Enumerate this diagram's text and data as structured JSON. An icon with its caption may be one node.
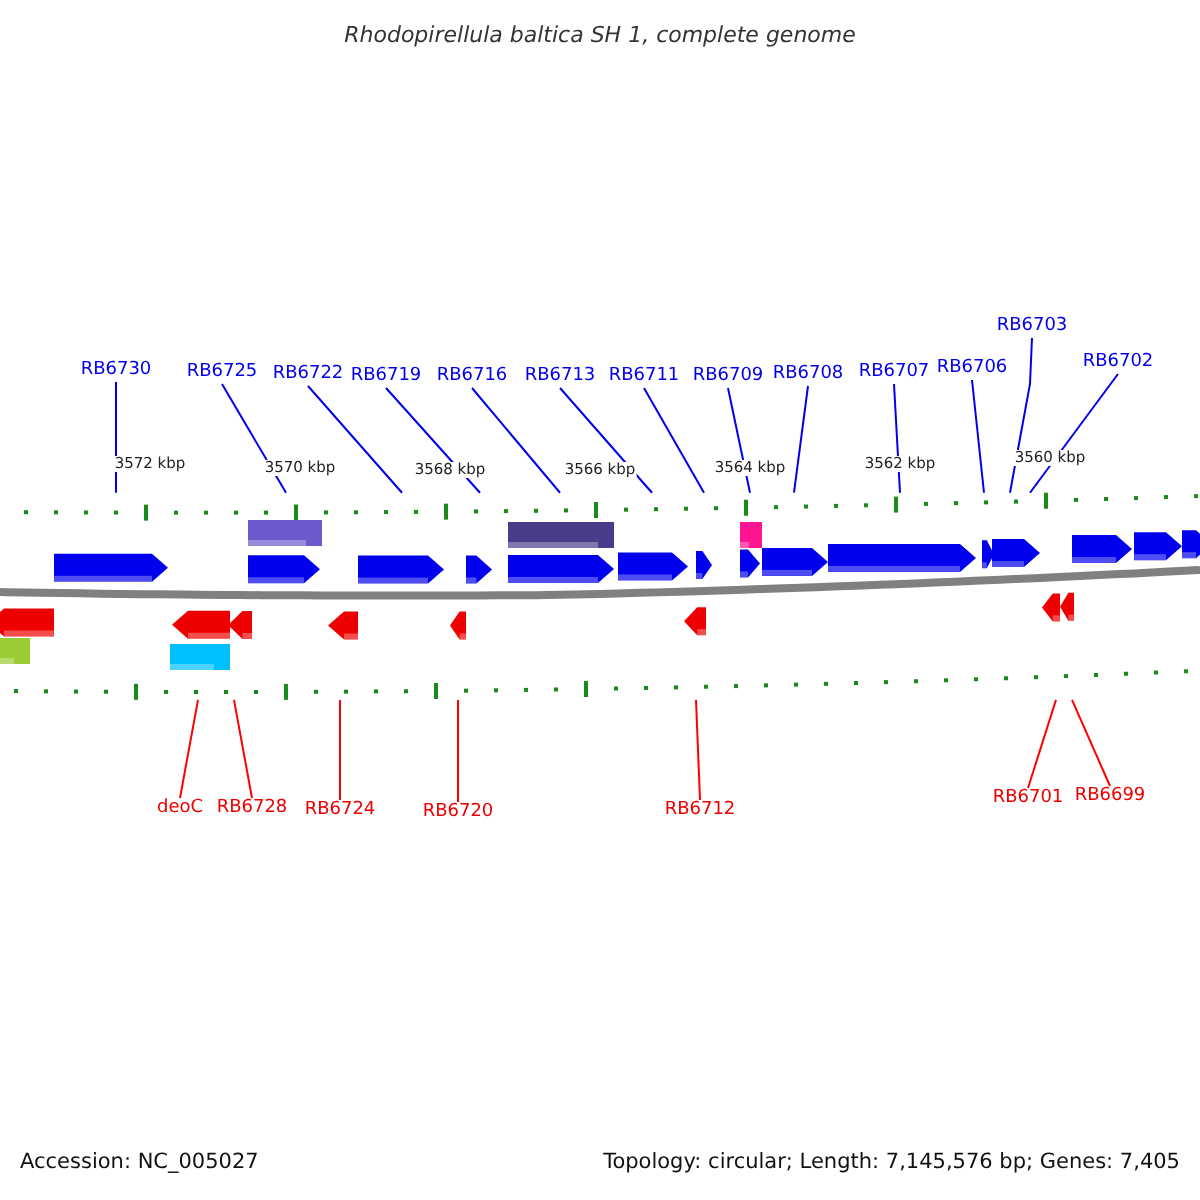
{
  "diagram": {
    "title": "Rhodopirellula baltica SH 1, complete genome",
    "nodes": [
      {
        "text": [
          "RB6730"
        ]
      },
      {
        "text": [
          "RB6725"
        ]
      },
      {
        "text": [
          "RB6722"
        ]
      },
      {
        "text": [
          "RB6719"
        ]
      },
      {
        "text": [
          "RB6716"
        ]
      },
      {
        "text": [
          "RB6713"
        ]
      },
      {
        "text": [
          "RB6711"
        ]
      },
      {
        "text": [
          "RB6709"
        ]
      },
      {
        "text": [
          "RB6708"
        ]
      },
      {
        "text": [
          "RB6707"
        ]
      },
      {
        "text": [
          "RB6706"
        ]
      },
      {
        "text": [
          "RB6703"
        ]
      },
      {
        "text": [
          "RB6702"
        ]
      },
      {
        "text": [
          "deoC"
        ]
      },
      {
        "text": [
          "RB6728"
        ]
      },
      {
        "text": [
          "RB6724"
        ]
      },
      {
        "text": [
          "RB6720"
        ]
      },
      {
        "text": [
          "RB6712"
        ]
      },
      {
        "text": [
          "RB6701"
        ]
      },
      {
        "text": [
          "RB6699"
        ]
      },
      {
        "text": [],
        "shape": "bar"
      },
      {
        "text": [],
        "shape": "bar"
      }
    ],
    "edges": [
      {
        "from": 0,
        "to": 20,
        "arrow": "none"
      },
      {
        "from": 1,
        "to": 20,
        "arrow": "none"
      },
      {
        "from": 2,
        "to": 20,
        "arrow": "none"
      },
      {
        "from": 3,
        "to": 20,
        "arrow": "none"
      },
      {
        "from": 4,
        "to": 20,
        "arrow": "none"
      },
      {
        "from": 5,
        "to": 20,
        "arrow": "none"
      },
      {
        "from": 6,
        "to": 20,
        "arrow": "none"
      },
      {
        "from": 7,
        "to": 20,
        "arrow": "none"
      },
      {
        "from": 8,
        "to": 20,
        "arrow": "none"
      },
      {
        "from": 9,
        "to": 20,
        "arrow": "none"
      },
      {
        "from": 10,
        "to": 20,
        "arrow": "none"
      },
      {
        "from": 11,
        "to": 20,
        "arrow": "none"
      },
      {
        "from": 12,
        "to": 20,
        "arrow": "none"
      },
      {
        "from": 13,
        "to": 21,
        "arrow": "none",
        "color": "#ff0000"
      },
      {
        "from": 14,
        "to": 21,
        "arrow": "none",
        "color": "#ff0000"
      },
      {
        "from": 15,
        "to": 21,
        "arrow": "none",
        "color": "#ff0000"
      },
      {
        "from": 16,
        "to": 21,
        "arrow": "none",
        "color": "#ff0000"
      },
      {
        "from": 17,
        "to": 21,
        "arrow": "none",
        "color": "#ff0000"
      },
      {
        "from": 18,
        "to": 21,
        "arrow": "none",
        "color": "#ff0000"
      },
      {
        "from": 19,
        "to": 21,
        "arrow": "none",
        "color": "#ff0000"
      }
    ],
    "labels": [
      "3572 kbp",
      "3570 kbp",
      "3568 kbp",
      "3566 kbp",
      "3564 kbp",
      "3562 kbp",
      "3560 kbp",
      "Accession: NC_005027",
      "Topology: circular; Length: 7,145,576 bp; Genes: 7,405"
    ]
  }
}
